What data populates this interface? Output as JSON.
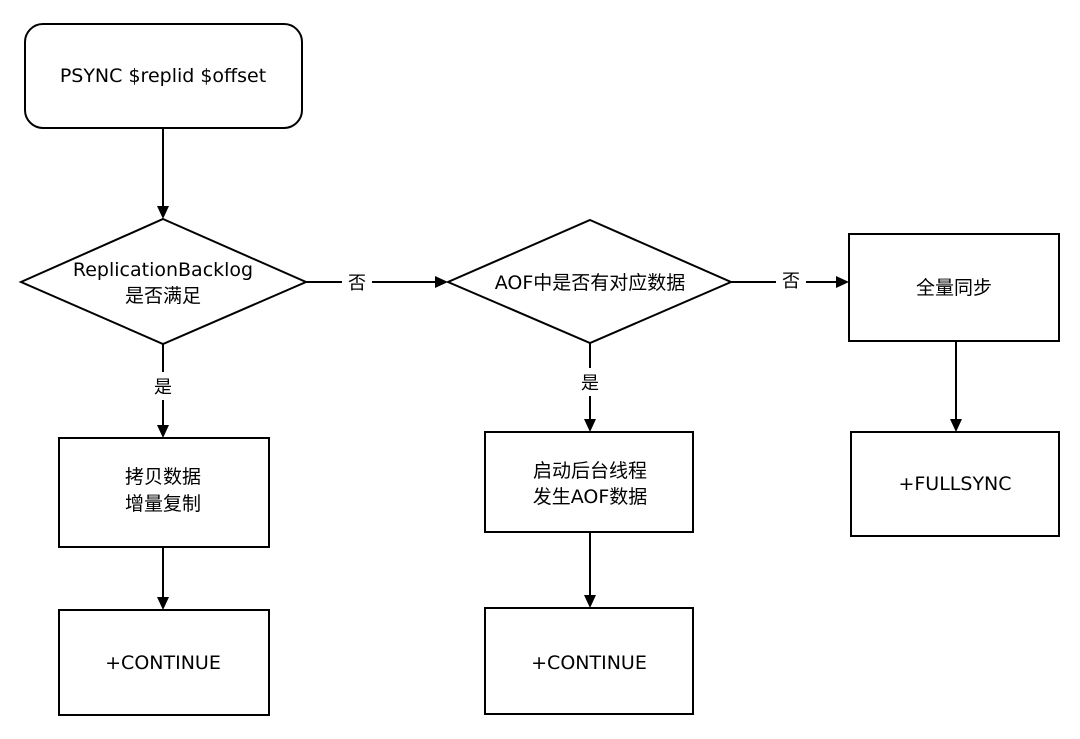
{
  "nodes": {
    "start": {
      "text": "PSYNC $replid $offset"
    },
    "decision_backlog": {
      "line1": "ReplicationBacklog",
      "line2": "是否满足"
    },
    "decision_aof": {
      "text": "AOF中是否有对应数据"
    },
    "full_sync": {
      "text": "全量同步"
    },
    "copy_incremental": {
      "line1": "拷贝数据",
      "line2": "增量复制"
    },
    "start_thread": {
      "line1": "启动后台线程",
      "line2": "发生AOF数据"
    },
    "fullsync_reply": {
      "text": "+FULLSYNC"
    },
    "continue_1": {
      "text": "+CONTINUE"
    },
    "continue_2": {
      "text": "+CONTINUE"
    }
  },
  "edges": {
    "backlog_no": "否",
    "backlog_yes": "是",
    "aof_no": "否",
    "aof_yes": "是"
  }
}
